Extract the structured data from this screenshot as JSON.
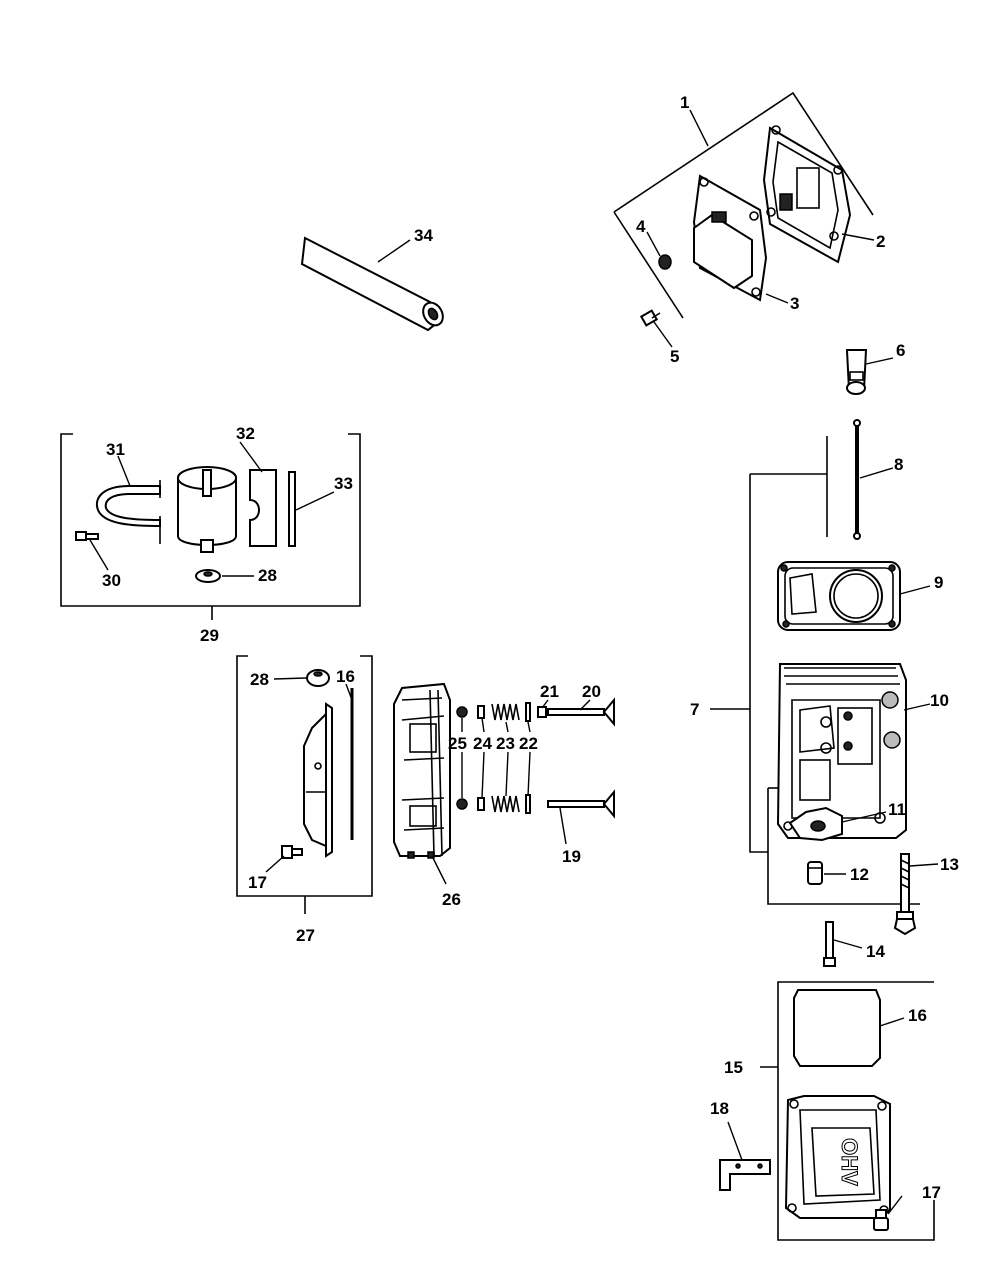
{
  "labels": {
    "l1": "1",
    "l2": "2",
    "l3": "3",
    "l4": "4",
    "l5": "5",
    "l6": "6",
    "l7": "7",
    "l8": "8",
    "l9": "9",
    "l10": "10",
    "l11": "11",
    "l12": "12",
    "l13": "13",
    "l14": "14",
    "l15": "15",
    "l16a": "16",
    "l16b": "16",
    "l17a": "17",
    "l17b": "17",
    "l18": "18",
    "l19": "19",
    "l20": "20",
    "l21": "21",
    "l22": "22",
    "l23": "23",
    "l24": "24",
    "l25": "25",
    "l26": "26",
    "l27": "27",
    "l28a": "28",
    "l28b": "28",
    "l29": "29",
    "l30": "30",
    "l31": "31",
    "l32": "32",
    "l33": "33",
    "l34": "34"
  },
  "cover_emboss": "OHV"
}
